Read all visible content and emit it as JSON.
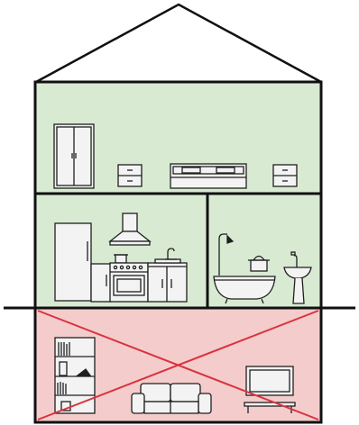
{
  "colors": {
    "outline": "#111111",
    "upper_floor_fill": "#d9ead3",
    "kitchen_fill": "#d9ead3",
    "bathroom_fill": "#d9ead3",
    "basement_fill": "#f4cccc",
    "cross_out": "#d9333f",
    "furniture_stroke": "#1f1f1f"
  },
  "house": {
    "floors": [
      {
        "name": "bedroom-floor",
        "status": "ok",
        "items": [
          "wardrobe-icon",
          "nightstand-icon",
          "bed-icon",
          "nightstand-icon"
        ]
      },
      {
        "name": "kitchen",
        "status": "ok",
        "items": [
          "fridge-icon",
          "range-hood-icon",
          "stove-oven-icon",
          "kitchen-cabinet-icon",
          "pot-icon",
          "faucet-icon"
        ]
      },
      {
        "name": "bathroom",
        "status": "ok",
        "items": [
          "shower-head-icon",
          "bathtub-icon",
          "bucket-icon",
          "sink-icon"
        ]
      },
      {
        "name": "basement",
        "status": "crossed-out",
        "items": [
          "bookshelf-icon",
          "sofa-icon",
          "tv-icon"
        ]
      }
    ],
    "ground_line": "ground-line"
  }
}
